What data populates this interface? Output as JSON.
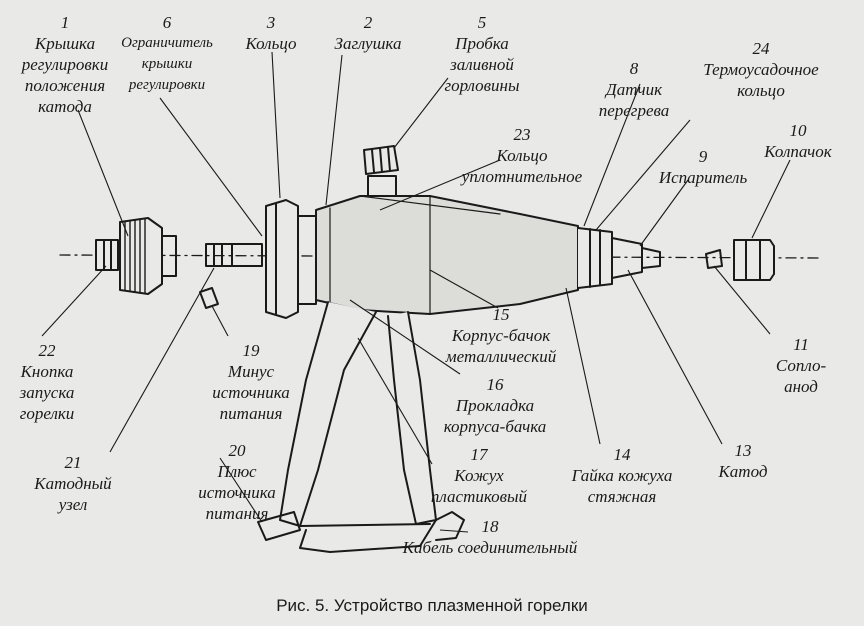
{
  "caption": "Рис. 5. Устройство плазменной горелки",
  "labels": [
    {
      "id": "1",
      "num": "1",
      "text": "Крышка\nрегулировки\nположения\nкатода"
    },
    {
      "id": "6",
      "num": "6",
      "text": "Ограничитель\nкрышки\nрегулировки"
    },
    {
      "id": "3",
      "num": "3",
      "text": "Кольцо"
    },
    {
      "id": "2",
      "num": "2",
      "text": "Заглушка"
    },
    {
      "id": "5",
      "num": "5",
      "text": "Пробка\nзаливной\nгорловины"
    },
    {
      "id": "24",
      "num": "24",
      "text": "Термоусадочное\nкольцо"
    },
    {
      "id": "8",
      "num": "8",
      "text": "Датчик\nперегрева"
    },
    {
      "id": "23",
      "num": "23",
      "text": "Кольцо\nуплотнительное"
    },
    {
      "id": "10",
      "num": "10",
      "text": "Колпачок"
    },
    {
      "id": "9",
      "num": "9",
      "text": "Испаритель"
    },
    {
      "id": "22",
      "num": "22",
      "text": "Кнопка\nзапуска\nгорелки"
    },
    {
      "id": "19",
      "num": "19",
      "text": "Минус\nисточника\nпитания"
    },
    {
      "id": "15",
      "num": "15",
      "text": "Корпус-бачок\nметаллический"
    },
    {
      "id": "11",
      "num": "11",
      "text": "Сопло-\nанод"
    },
    {
      "id": "16",
      "num": "16",
      "text": "Прокладка\nкорпуса-бачка"
    },
    {
      "id": "21",
      "num": "21",
      "text": "Катодный\nузел"
    },
    {
      "id": "20",
      "num": "20",
      "text": "Плюс\nисточника\nпитания"
    },
    {
      "id": "17",
      "num": "17",
      "text": "Кожух\nпластиковый"
    },
    {
      "id": "14",
      "num": "14",
      "text": "Гайка кожуха\nстяжная"
    },
    {
      "id": "13",
      "num": "13",
      "text": "Катод"
    },
    {
      "id": "18",
      "num": "18",
      "text": "Кабель соединительный"
    }
  ]
}
